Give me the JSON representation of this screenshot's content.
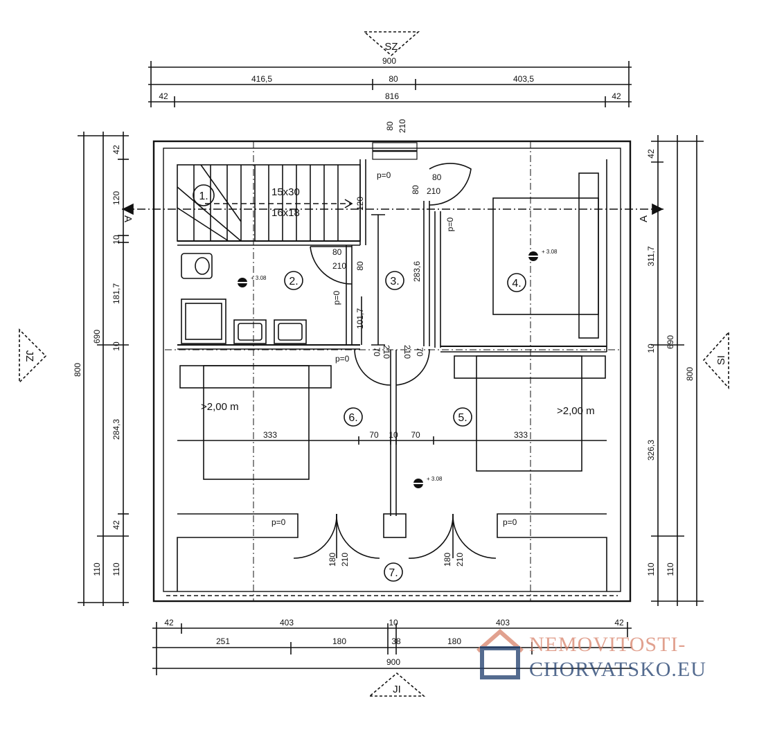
{
  "orientation": {
    "north": "SZ",
    "south": "JI",
    "west": "JZ",
    "east": "SI"
  },
  "section_marker": "A",
  "top_dims": {
    "overall": "900",
    "left": "416,5",
    "door": "80",
    "right": "403,5",
    "wall_l": "42",
    "inner": "816",
    "wall_r": "42"
  },
  "bottom_dims": {
    "wall_l": "42",
    "left": "403",
    "mid": "10",
    "right": "403",
    "wall_r": "42",
    "seg1": "251",
    "seg2": "180",
    "seg3": "38",
    "seg4": "180",
    "overall": "900"
  },
  "left_dims": {
    "overall": "800",
    "sub": "690",
    "a": "42",
    "b": "120",
    "c": "10",
    "d": "181,7",
    "e": "10",
    "f": "284,3",
    "g": "42",
    "h": "110",
    "i": "110"
  },
  "right_dims": {
    "overall": "800",
    "sub": "690",
    "a": "42",
    "b": "311,7",
    "c": "10",
    "d": "326,3",
    "e": "110",
    "f": "110"
  },
  "entry_door": {
    "w": "80",
    "h": "210"
  },
  "stairs": {
    "run": "15x30",
    "rise": "16x18",
    "height": "120"
  },
  "doors": {
    "d1": {
      "w": "80",
      "h": "210",
      "sill": "p=0"
    },
    "d2": {
      "w": "80",
      "h": "210",
      "sill": "p=0"
    },
    "d3": {
      "w": "70",
      "h": "210",
      "sill": "p=0"
    },
    "d4": {
      "w": "70",
      "h": "210"
    },
    "d5": {
      "w": "180",
      "h": "210",
      "sill": "p=0"
    },
    "d6": {
      "w": "180",
      "h": "210",
      "sill": "p=0"
    },
    "d2_side": "80"
  },
  "inner_dims": {
    "corridor_h": "283,6",
    "bath_w": "101,7",
    "room_w_l": "333",
    "room_w_r": "333",
    "door_w_l": "70",
    "mid": "10",
    "door_w_r": "70"
  },
  "levels": {
    "l1": "+ 3.08",
    "l2": "+ 3.08",
    "l3": "+ 3.08"
  },
  "rooms": {
    "r1": "1.",
    "r2": "2.",
    "r3": "3.",
    "r4": "4.",
    "r5": "5.",
    "r6": "6.",
    "r7": "7."
  },
  "heights": {
    "h_left": ">2,00 m",
    "h_right": ">2,00 m"
  },
  "brand": {
    "line1": "NEMOVITOSTI-",
    "line2": "CHORVATSKO.EU",
    "color_main": "#d8826a",
    "color_house": "#1c3a6a"
  }
}
